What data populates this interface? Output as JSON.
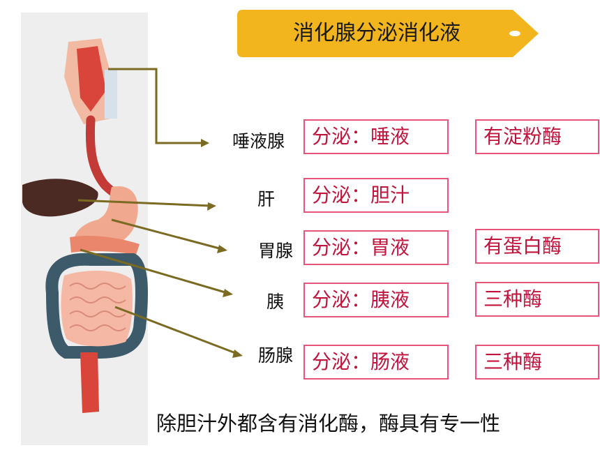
{
  "title": "消化腺分泌消化液",
  "glands": [
    {
      "name": "唾液腺",
      "secretion": "分泌：唾液",
      "enzyme": "有淀粉酶"
    },
    {
      "name": "肝",
      "secretion": "分泌：胆汁",
      "enzyme": ""
    },
    {
      "name": "胃腺",
      "secretion": "分泌：胃液",
      "enzyme": "有蛋白酶"
    },
    {
      "name": "胰",
      "secretion": "分泌：胰液",
      "enzyme": "三种酶"
    },
    {
      "name": "肠腺",
      "secretion": "分泌：肠液",
      "enzyme": "三种酶"
    }
  ],
  "note": "除胆汁外都含有消化酶，酶具有专一性",
  "colors": {
    "banner": "#f3b51d",
    "box_border": "#e8557a",
    "box_text": "#c0143c",
    "arrow": "#7a6a22"
  }
}
